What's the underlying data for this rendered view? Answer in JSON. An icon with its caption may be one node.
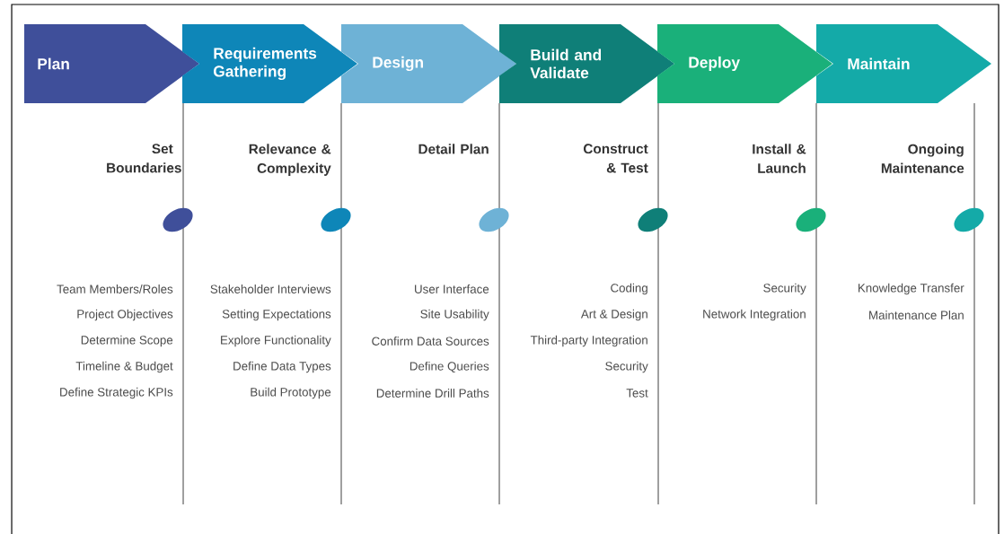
{
  "diagram": {
    "nodes": [
      {
        "text": [
          "Plan"
        ],
        "beside": [
          "Set Boundaries",
          "Team Members/Roles",
          "Project Objectives",
          "Determine Scope",
          "Timeline & Budget",
          "Define Strategic KPIs"
        ]
      },
      {
        "text": [
          "Requirements Gathering"
        ],
        "beside": [
          "Relevance & Complexity",
          "Stakeholder Interviews",
          "Setting Expectations",
          "Explore Functionality",
          "Define Data Types",
          "Build Prototype"
        ]
      },
      {
        "text": [
          "Design"
        ],
        "beside": [
          "Detail Plan",
          "User Interface",
          "Site Usability",
          "Confirm Data Sources",
          "Define Queries",
          "Determine Drill Paths"
        ]
      },
      {
        "text": [
          "Build and Validate"
        ],
        "beside": [
          "Construct & Test",
          "Coding",
          "Art & Design",
          "Third-party Integration",
          "Security",
          "Test"
        ]
      },
      {
        "text": [
          "Deploy"
        ],
        "beside": [
          "Install & Launch",
          "Security",
          "Network Integration"
        ]
      },
      {
        "text": [
          "Maintain"
        ],
        "beside": [
          "Ongoing Maintenance",
          "Knowledge Transfer",
          "Maintenance Plan"
        ]
      }
    ]
  }
}
